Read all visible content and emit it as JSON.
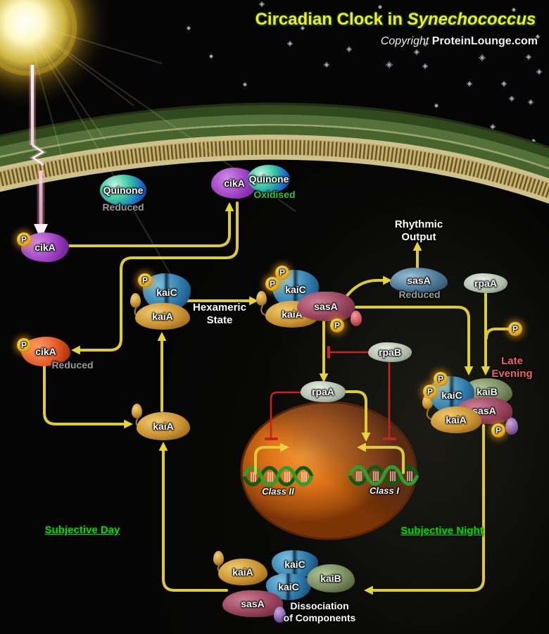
{
  "header": {
    "title_prefix": "Circadian Clock in ",
    "title_organism": "Synechococcus",
    "copyright_word": "Copyright ",
    "copyright_site": "ProteinLounge.com"
  },
  "molecules": {
    "cikA": "cikA",
    "quinone": "Quinone",
    "kaiA": "kaiA",
    "kaiB": "kaiB",
    "kaiC": "kaiC",
    "sasA": "sasA",
    "rpaA": "rpaA",
    "rpaB": "rpaB",
    "phosphate": "P"
  },
  "states": {
    "reduced": "Reduced",
    "oxidised": "Oxidised"
  },
  "annotations": {
    "rhythmic_output_1": "Rhythmic",
    "rhythmic_output_2": "Output",
    "hexameric_1": "Hexameric",
    "hexameric_2": "State",
    "late_evening_1": "Late",
    "late_evening_2": "Evening",
    "subjective_day": "Subjective Day",
    "subjective_night": "Subjective Night",
    "class_ii": "Class II",
    "class_i": "Class I",
    "dissociation_1": "Dissociation",
    "dissociation_2": "of Components"
  },
  "colors": {
    "arrow_yellow": "#ddca35",
    "inhibit_red": "#c42424",
    "title_yellow": "#f2e832",
    "label_green": "#00dd00",
    "late_evening_red": "#ee6565",
    "state_gray": "#9c9c9c",
    "oxidised_green": "#35c535"
  }
}
